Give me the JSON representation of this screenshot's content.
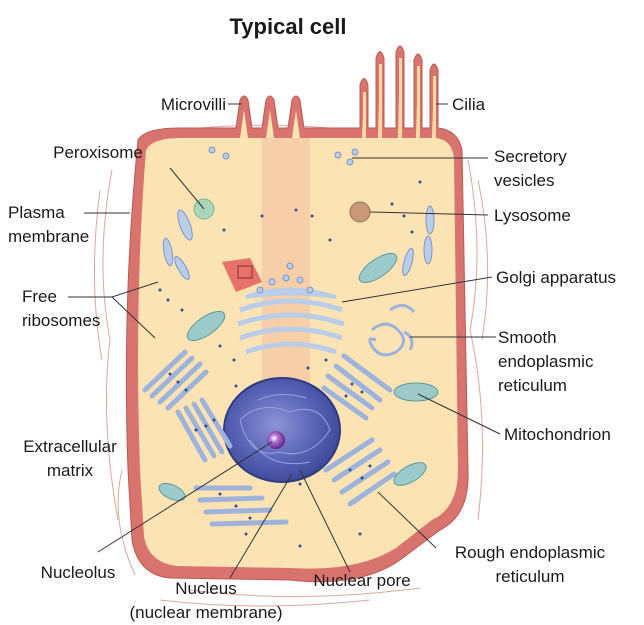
{
  "title": "Typical cell",
  "labels": {
    "microvilli": "Microvilli",
    "cilia": "Cilia",
    "peroxisome": "Peroxisome",
    "secretory_1": "Secretory",
    "secretory_2": "vesicles",
    "plasma_1": "Plasma",
    "plasma_2": "membrane",
    "lysosome": "Lysosome",
    "golgi": "Golgi apparatus",
    "free_1": "Free",
    "free_2": "ribosomes",
    "smooth_1": "Smooth",
    "smooth_2": "endoplasmic",
    "smooth_3": "reticulum",
    "mito": "Mitochondrion",
    "extra_1": "Extracellular",
    "extra_2": "matrix",
    "nucleolus": "Nucleolus",
    "nucleus_1": "Nucleus",
    "nucleus_2": "(nuclear membrane)",
    "pore": "Nuclear pore",
    "rough_1": "Rough endoplasmic",
    "rough_2": "reticulum"
  },
  "colors": {
    "membrane": "#d9736e",
    "cytoplasm": "#fbe3b3",
    "organelle": "#b9cde9",
    "nucleus": "#4a5aa8",
    "mito": "#9cc9c9",
    "lysosome": "#c9977a",
    "peroxisome": "#a9d6b9"
  }
}
